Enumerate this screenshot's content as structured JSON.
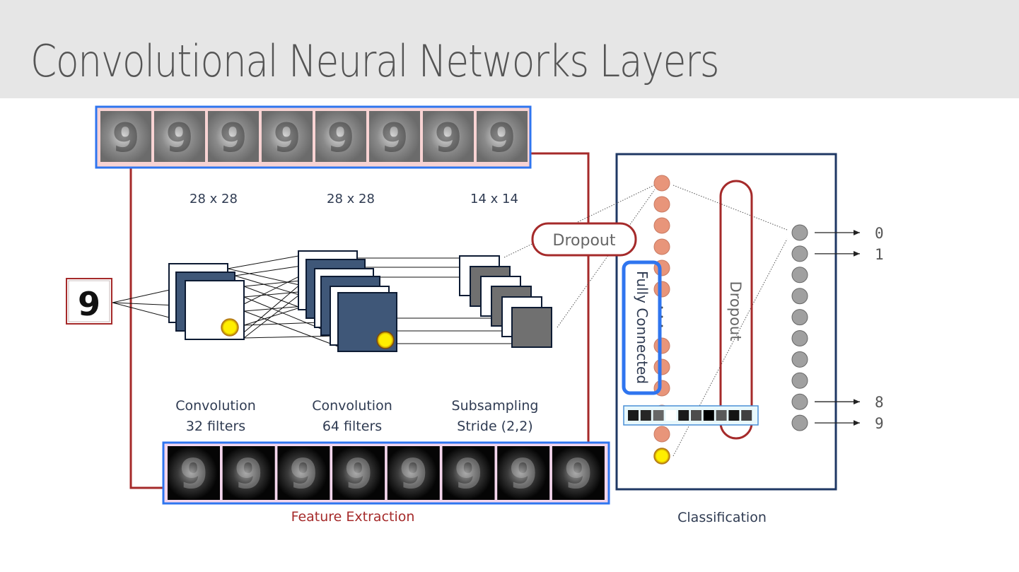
{
  "slide": {
    "title": "Convolutional Neural Networks Layers"
  },
  "colors": {
    "title_text": "#555555",
    "header_bg": "#e6e6e6",
    "feature_extraction": "#a52a2a",
    "classification_box": "#1f3864",
    "highlight_box": "#2f75ef",
    "map_navy": "#3f5778",
    "map_gray": "#707070",
    "neuron_hidden": "#e8957a",
    "neuron_output": "#a0a0a0",
    "active_neuron": "#ffee00",
    "label_text": "#2f3b52"
  },
  "diagram": {
    "input": {
      "digit": "9"
    },
    "layers": [
      {
        "size": "28 x 28",
        "name": "Convolution",
        "detail": "32 filters"
      },
      {
        "size": "28 x 28",
        "name": "Convolution",
        "detail": "64 filters"
      },
      {
        "size": "14 x 14",
        "name": "Subsampling",
        "detail": "Stride (2,2)"
      }
    ],
    "feature_maps_top": {
      "count": 8,
      "style": "gray filter activations"
    },
    "feature_maps_bottom": {
      "count": 8,
      "style": "dark filter activations"
    },
    "dropout_1": "Dropout",
    "dropout_2": "Dropout",
    "fully_connected": "Fully Connected",
    "hidden_neurons_upper": 6,
    "hidden_neurons_lower": 6,
    "output_neurons": 10,
    "output_labels": [
      "0",
      "1",
      "8",
      "9"
    ],
    "vector_cells": [
      0.1,
      0.15,
      0.4,
      1.0,
      0.1,
      0.3,
      0.0,
      0.35,
      0.08,
      0.25
    ],
    "section_labels": {
      "feature_extraction": "Feature Extraction",
      "classification": "Classification"
    }
  }
}
